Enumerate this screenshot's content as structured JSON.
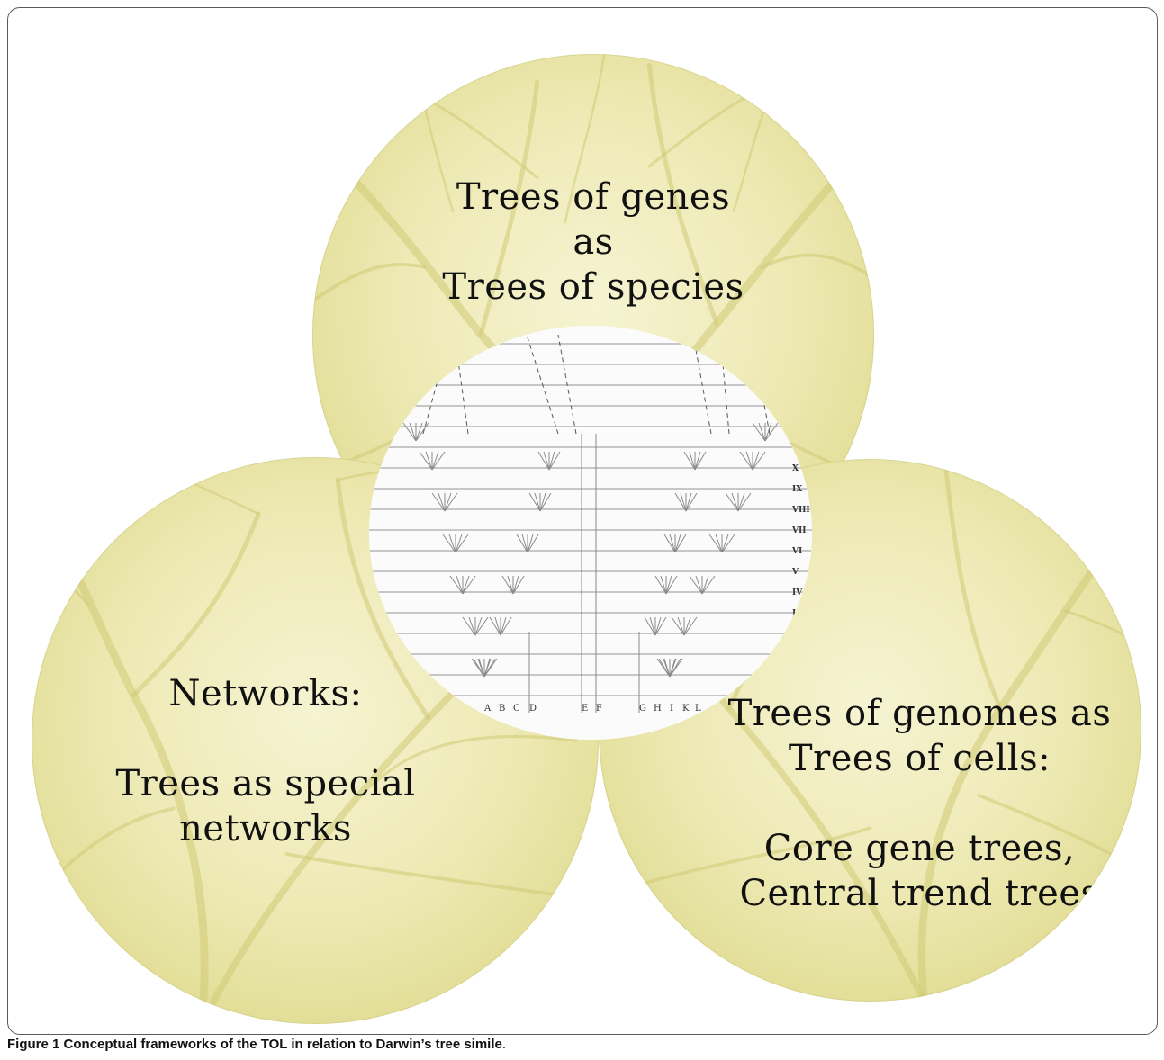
{
  "colors": {
    "circle_fill": "#eeeab6",
    "branch": "#c9c46a",
    "frame": "#5a5a5a",
    "darwin_lines": "#9a9a9a"
  },
  "circles": {
    "top": {
      "lines": [
        "Trees of genes",
        "as",
        "Trees of species"
      ]
    },
    "left": {
      "lines": [
        "Networks:",
        "",
        "Trees as special",
        "networks"
      ]
    },
    "right": {
      "lines": [
        "Trees of genomes as",
        "Trees of cells:",
        "",
        "Core gene trees,",
        "Central trend trees"
      ]
    }
  },
  "darwin_diagram": {
    "generation_labels": [
      "X",
      "IX",
      "VIII",
      "VII",
      "VI",
      "V",
      "IV",
      "III"
    ],
    "species_labels": [
      "A",
      "B",
      "C",
      "D",
      "E",
      "F",
      "G",
      "H",
      "I",
      "K",
      "L"
    ]
  },
  "caption": {
    "bold": "Figure 1",
    "bold_text": "Conceptual frameworks of the TOL in relation to Darwin’s tree simile",
    "end": "."
  }
}
